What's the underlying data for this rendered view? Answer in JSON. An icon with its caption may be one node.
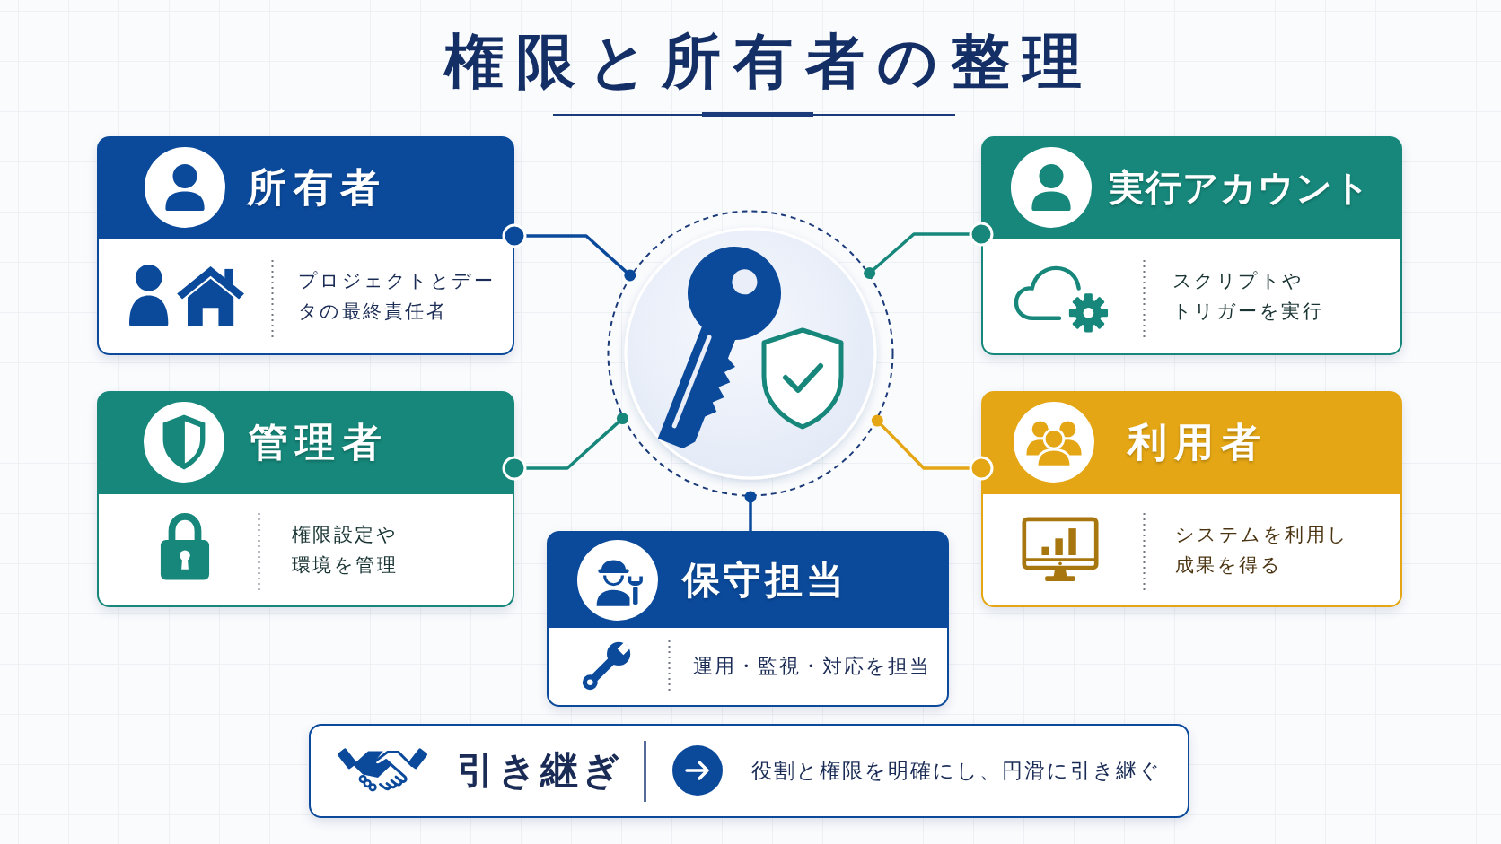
{
  "diagram": {
    "title": "権限と所有者の整理",
    "nodes": [
      {
        "text": [
          "所有者",
          "プロジェクトとデータの最終責任者"
        ]
      },
      {
        "text": [
          "実行アカウント",
          "スクリプトやトリガーを実行"
        ]
      },
      {
        "text": [],
        "shape": "circle"
      },
      {
        "text": [
          "管理者",
          "権限設定や環境を管理"
        ]
      },
      {
        "text": [
          "利用者",
          "システムを利用し成果を得る"
        ]
      },
      {
        "text": [
          "保守担当",
          "運用・監視・対応を担当"
        ]
      },
      {
        "text": [
          "引き継ぎ",
          "役割と権限を明確にし、円滑に引き継ぐ"
        ]
      }
    ],
    "edges": [
      {
        "from": 2,
        "to": 0,
        "arrow": "other"
      },
      {
        "from": 2,
        "to": 1,
        "arrow": "other",
        "color": "#16877a"
      },
      {
        "from": 2,
        "to": 3,
        "arrow": "other",
        "color": "#16877a"
      },
      {
        "from": 2,
        "to": 4,
        "arrow": "other",
        "color": "#e4a614"
      },
      {
        "from": 2,
        "to": 5,
        "arrow": "other"
      }
    ]
  }
}
